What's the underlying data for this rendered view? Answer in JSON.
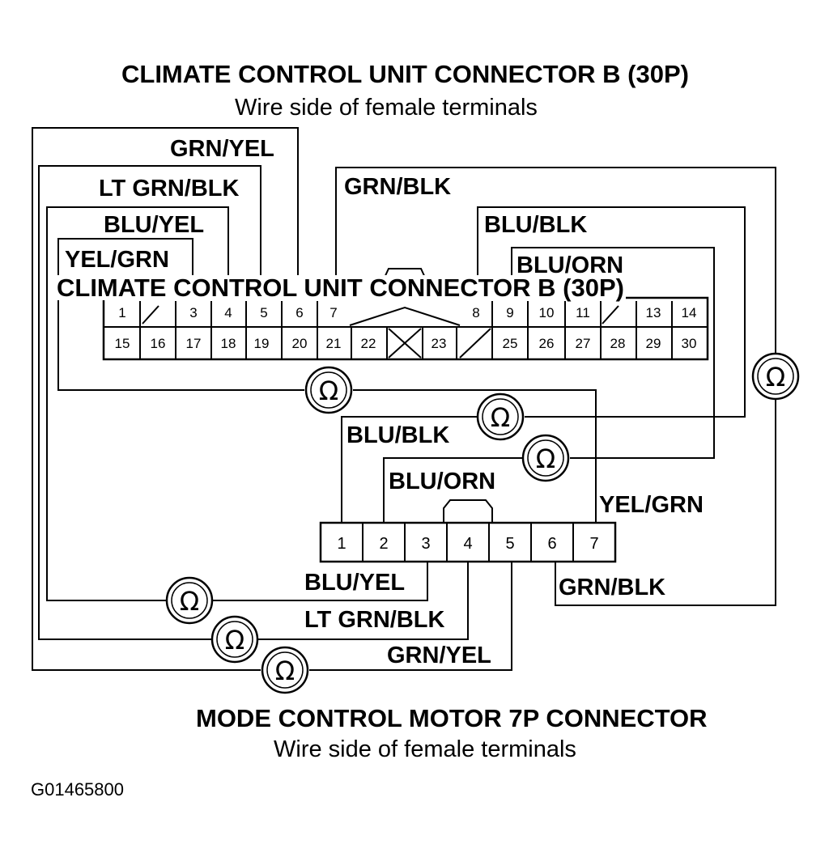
{
  "titles": {
    "ccu_connector": "CLIMATE CONTROL UNIT CONNECTOR B (30P)",
    "ccu_subtitle": "Wire side of female terminals",
    "ccu_overlay": "CLIMATE CONTROL UNIT CONNECTOR B (30P)",
    "motor_connector": "MODE CONTROL MOTOR 7P CONNECTOR",
    "motor_subtitle": "Wire side of female terminals",
    "figure_code": "G01465800"
  },
  "wire_labels": {
    "grn_yel_top": "GRN/YEL",
    "lt_grn_blk_top": "LT GRN/BLK",
    "blu_yel_top": "BLU/YEL",
    "yel_grn_top": "YEL/GRN",
    "grn_blk_top": "GRN/BLK",
    "blu_blk_top": "BLU/BLK",
    "blu_orn_top": "BLU/ORN",
    "blu_blk_mid": "BLU/BLK",
    "blu_orn_mid": "BLU/ORN",
    "yel_grn_right": "YEL/GRN",
    "blu_yel_bottom": "BLU/YEL",
    "grn_blk_bottom": "GRN/BLK",
    "lt_grn_blk_bottom": "LT GRN/BLK",
    "grn_yel_bottom": "GRN/YEL"
  },
  "ccu_pins": {
    "top_row": [
      "1",
      "3",
      "4",
      "5",
      "6",
      "7",
      "8",
      "9",
      "10",
      "11",
      "13",
      "14"
    ],
    "bottom_row": [
      "15",
      "16",
      "17",
      "18",
      "19",
      "20",
      "21",
      "22",
      "23",
      "25",
      "26",
      "27",
      "28",
      "29",
      "30"
    ]
  },
  "motor_pins": [
    "1",
    "2",
    "3",
    "4",
    "5",
    "6",
    "7"
  ],
  "ohmmeter_symbol": "Ω"
}
